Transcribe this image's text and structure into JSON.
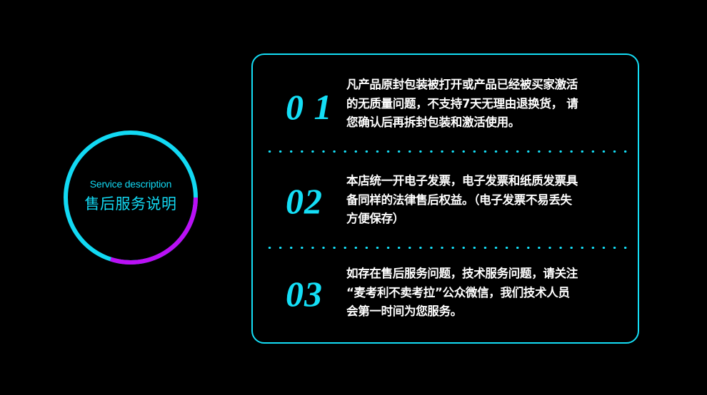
{
  "badge": {
    "subtitle_en": "Service description",
    "title_zh": "售后服务说明",
    "ring_color": "#12d9f3",
    "accent_color": "#bb0ff5"
  },
  "panel": {
    "border_color": "#14def6",
    "items": [
      {
        "number": "0 1",
        "lines": [
          "凡产品原封包装被打开或产品已经被买家激活",
          "的无质量问题，不支持7天无理由退换货， 请",
          "您确认后再拆封包装和激活使用。"
        ]
      },
      {
        "number": "02",
        "lines": [
          "本店统一开电子发票，电子发票和纸质发票具",
          "备同样的法律售后权益。（电子发票不易丢失",
          "方便保存）"
        ]
      },
      {
        "number": "03",
        "lines": [
          "如存在售后服务问题，技术服务问题，请关注",
          "“麦考利不卖考拉”公众微信，我们技术人员",
          "会第一时间为您服务。"
        ]
      }
    ]
  }
}
